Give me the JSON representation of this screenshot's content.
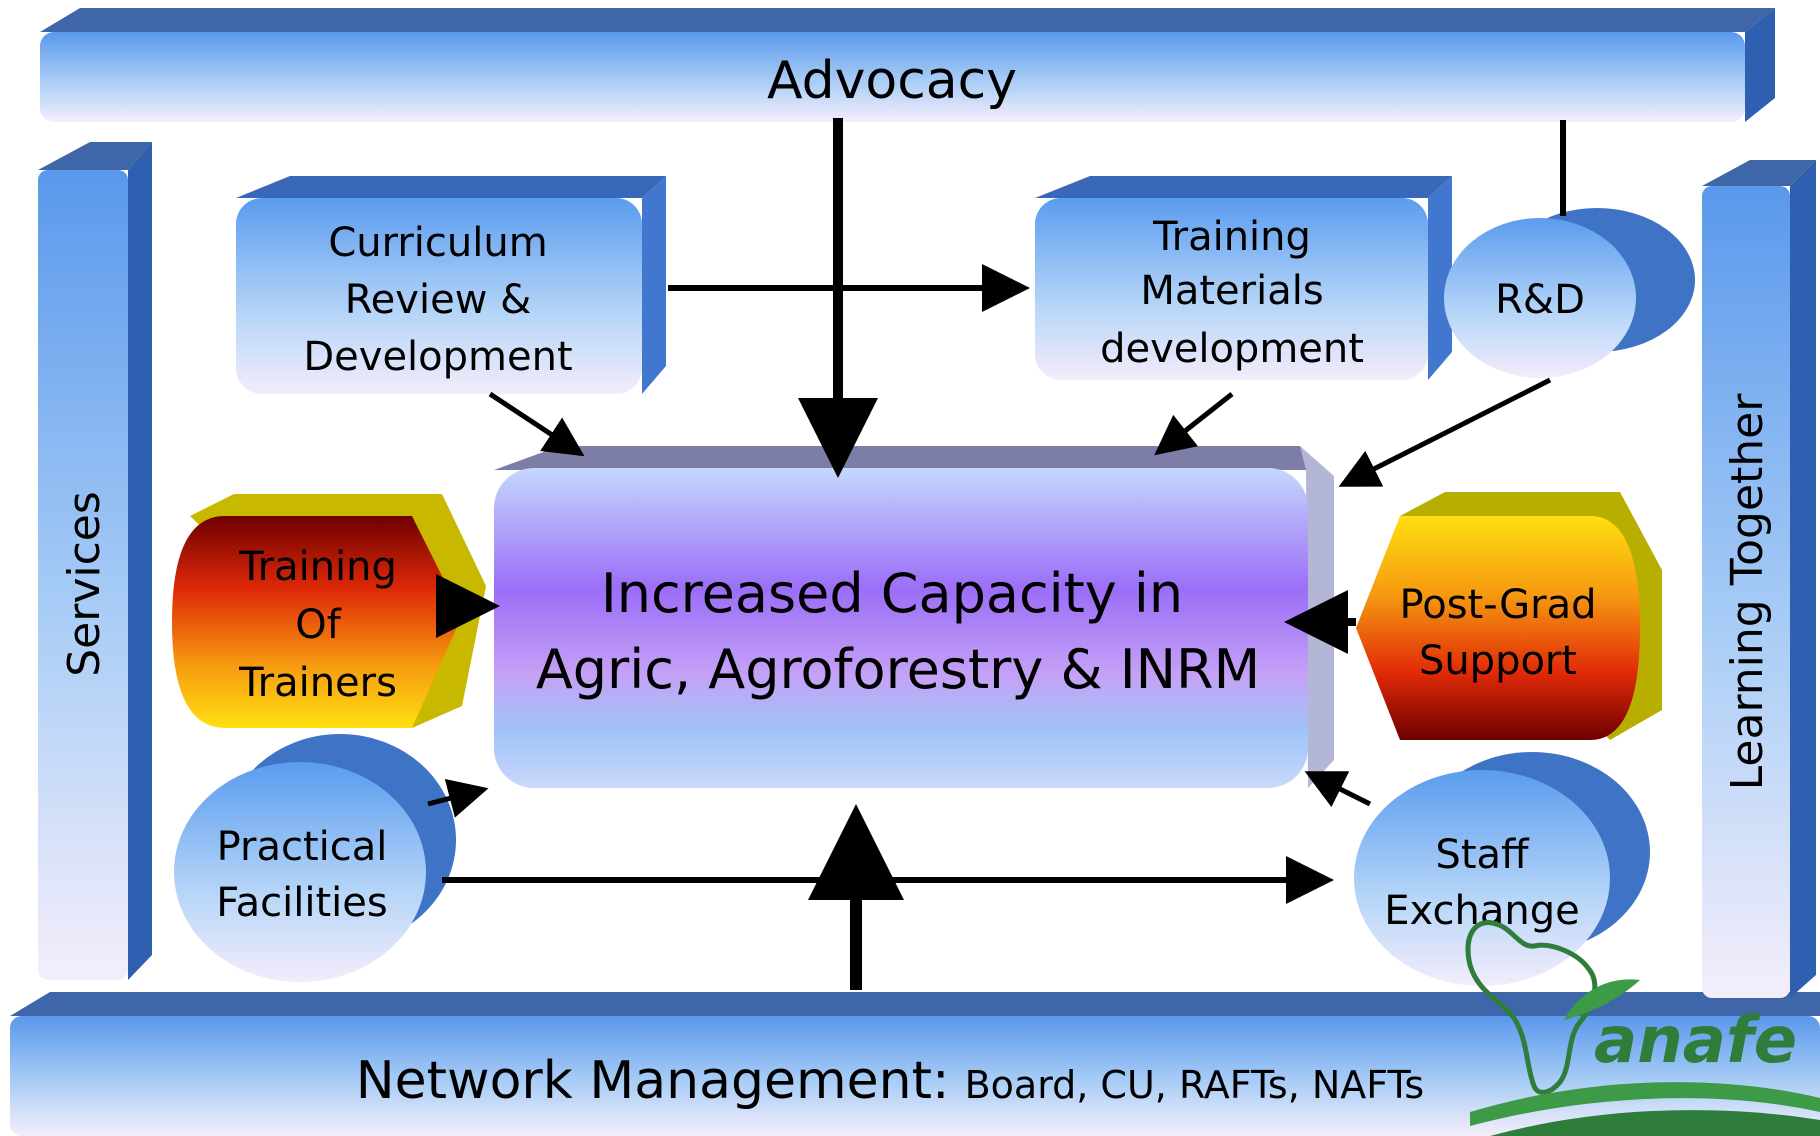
{
  "bars": {
    "top": "Advocacy",
    "bottom_main": "Network Management:",
    "bottom_sub": "Board, CU, RAFTs, NAFTs",
    "left": "Services",
    "right": "Learning Together"
  },
  "center": {
    "line1": "Increased Capacity in",
    "line2": "Agric, Agroforestry & INRM"
  },
  "boxes": {
    "curriculum": [
      "Curriculum",
      "Review &",
      "Development"
    ],
    "training_materials": [
      "Training",
      "Materials",
      "development"
    ],
    "rnd": "R&D",
    "tot": [
      "Training",
      "Of",
      "Trainers"
    ],
    "postgrad": [
      "Post-Grad",
      "Support"
    ],
    "practical": [
      "Practical",
      "Facilities"
    ],
    "staff": [
      "Staff",
      "Exchange"
    ]
  },
  "logo": {
    "text": "anafe"
  }
}
